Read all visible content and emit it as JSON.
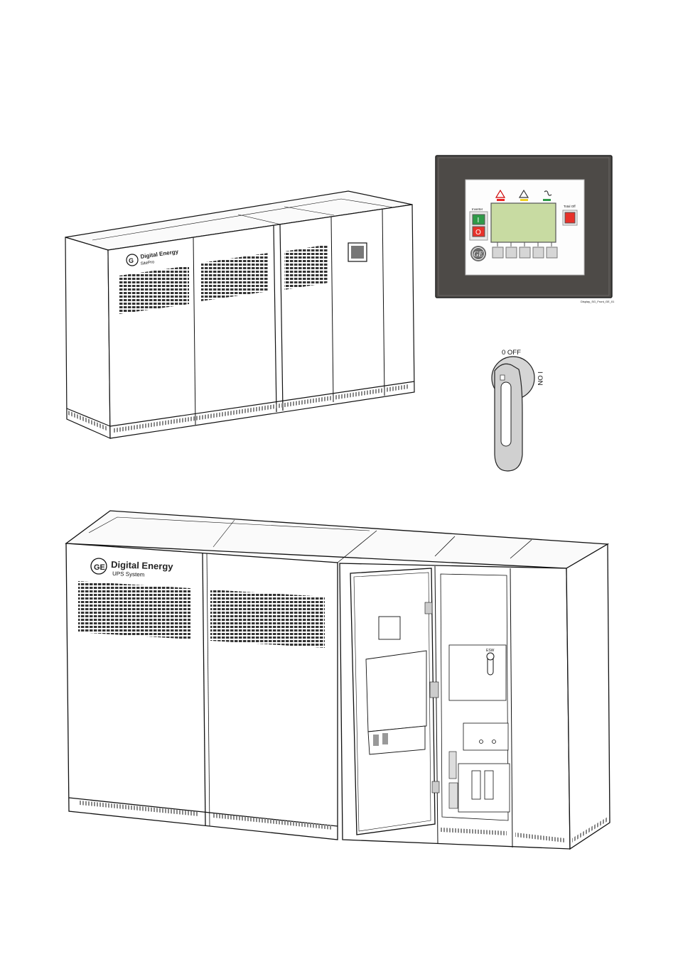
{
  "ups_small": {
    "brand_line1": "Digital Energy",
    "brand_line2": "SitePro"
  },
  "panel": {
    "inverter_label": "Inverter",
    "inverter_on_symbol": "I",
    "inverter_off_symbol": "O",
    "total_off_label": "Total Off",
    "caption": "Display_SG_Front_GE_01",
    "colors": {
      "frame": "#4d4a47",
      "lcd": "#c8dba2",
      "off_button": "#e8312a",
      "on_button": "#2e9a48"
    }
  },
  "switch": {
    "off_label": "0 OFF",
    "on_label": "I ON"
  },
  "ups_large": {
    "brand_line1": "Digital Energy",
    "brand_line2": "UPS System",
    "switch_tag": "ESW"
  }
}
